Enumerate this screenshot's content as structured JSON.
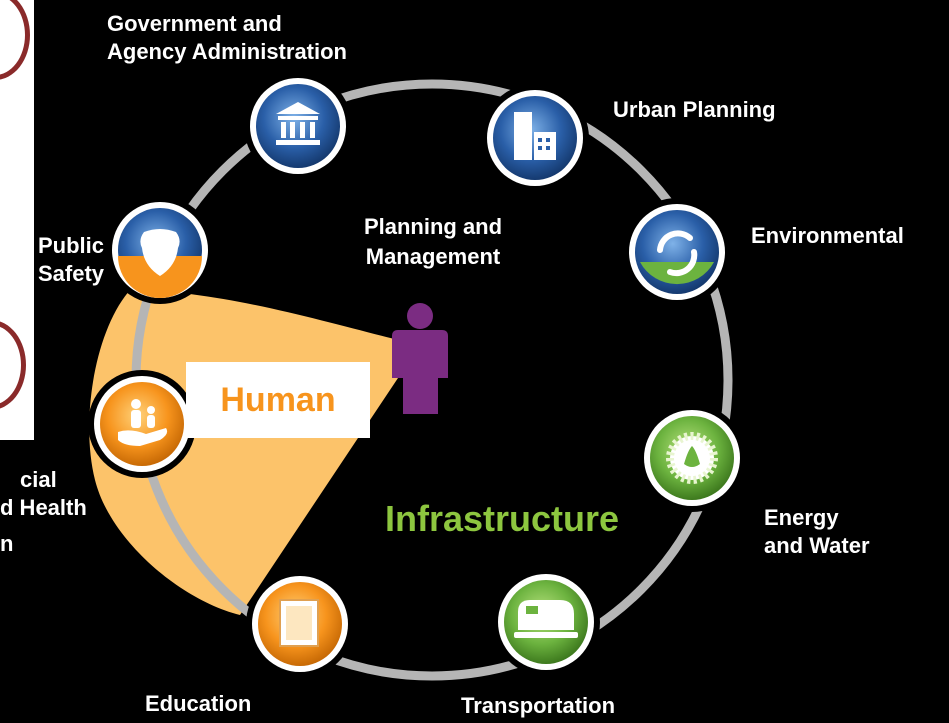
{
  "colors": {
    "background": "#000000",
    "ring": "#b5b5b5",
    "node_blue": "#2a5fa8",
    "node_orange": "#f7941d",
    "node_green": "#6cb33f",
    "human_cone": "#fcc36a",
    "person": "#7b2c82",
    "infrastructure_text": "#8dc63f",
    "human_text": "#f7941d"
  },
  "labels": {
    "government_line1": "Government and",
    "government_line2": "Agency Administration",
    "urban_planning": "Urban Planning",
    "environmental": "Environmental",
    "energy_line1": "Energy",
    "energy_line2": "and Water",
    "transportation": "Transportation",
    "education": "Education",
    "public_line1": "Public",
    "public_line2": "Safety",
    "social_line1": "cial",
    "social_line2": "d Health",
    "social_line3": "n",
    "planning_line1": "Planning and",
    "planning_line2": "Management",
    "human": "Human",
    "infrastructure": "Infrastructure"
  },
  "nodes": [
    {
      "name": "government-node",
      "icon": "government-building-icon",
      "style": "blue"
    },
    {
      "name": "urban-planning-node",
      "icon": "city-buildings-icon",
      "style": "blue"
    },
    {
      "name": "environmental-node",
      "icon": "recycle-leaf-icon",
      "style": "green"
    },
    {
      "name": "energy-water-node",
      "icon": "sunburst-water-icon",
      "style": "green"
    },
    {
      "name": "transportation-node",
      "icon": "train-icon",
      "style": "green"
    },
    {
      "name": "education-node",
      "icon": "book-icon",
      "style": "orange"
    },
    {
      "name": "social-health-node",
      "icon": "family-hand-icon",
      "style": "orange"
    },
    {
      "name": "public-safety-node",
      "icon": "police-shield-icon",
      "style": "orange"
    }
  ]
}
